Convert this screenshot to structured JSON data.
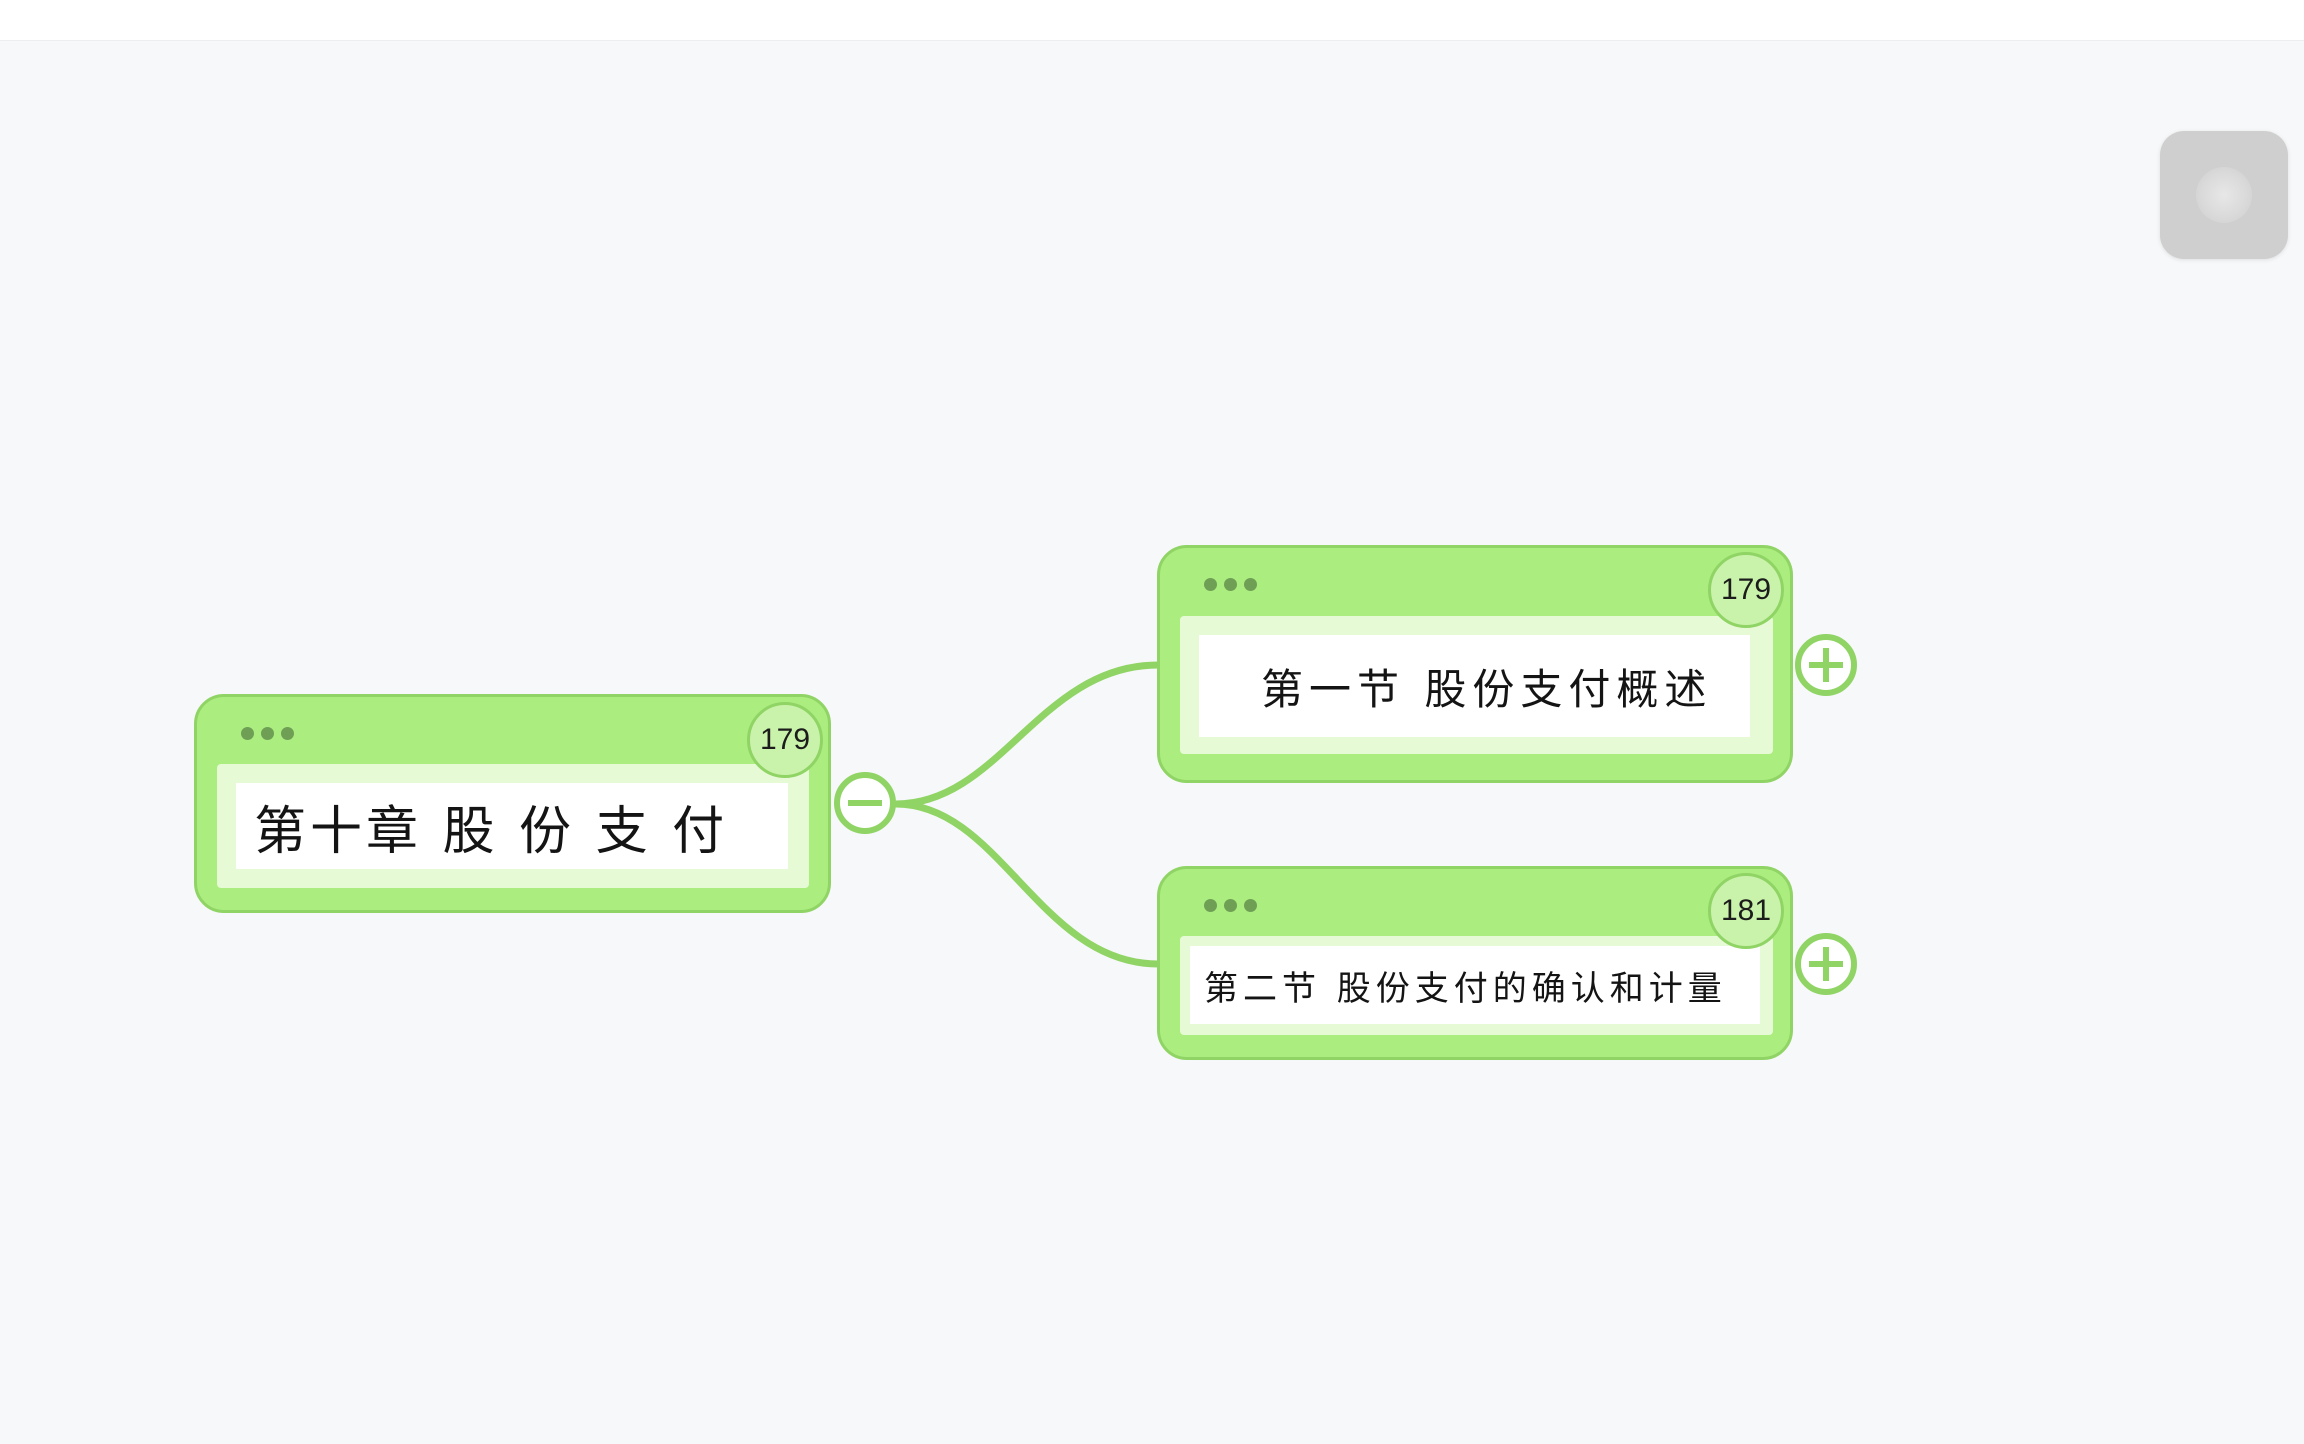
{
  "colors": {
    "node_fill": "#abee7f",
    "node_border": "#8fd465",
    "connector": "#8fd465",
    "badge_fill": "#c9f3aa",
    "background": "#f7f8f9"
  },
  "root": {
    "title": "第十章  股 份 支 付",
    "page": "179",
    "menu_icon": "ellipsis-icon",
    "toggle_icon": "collapse-minus-icon"
  },
  "children": [
    {
      "title": "第一节  股份支付概述",
      "page": "179",
      "menu_icon": "ellipsis-icon",
      "toggle_icon": "expand-plus-icon"
    },
    {
      "title": "第二节  股份支付的确认和计量",
      "page": "181",
      "menu_icon": "ellipsis-icon",
      "toggle_icon": "expand-plus-icon"
    }
  ],
  "floating_button": {
    "icon": "assistive-touch-icon"
  }
}
